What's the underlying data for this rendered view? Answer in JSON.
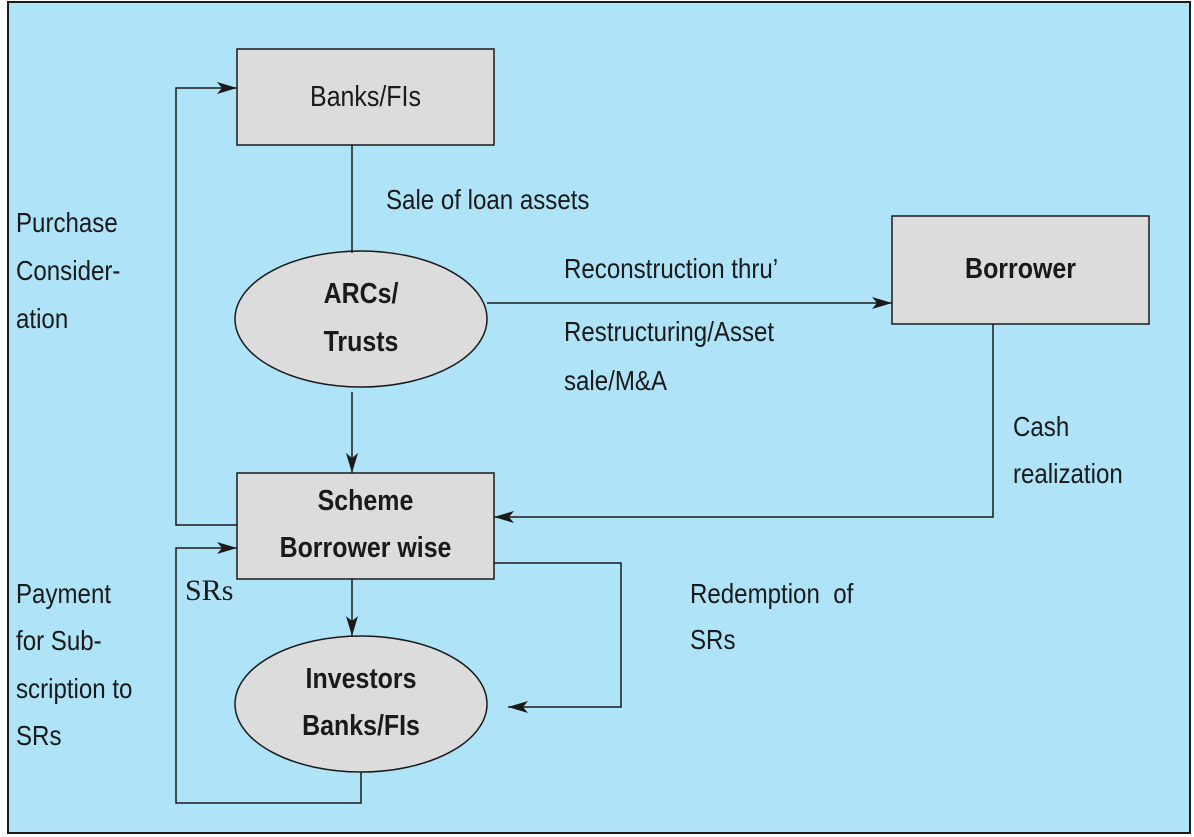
{
  "nodes": {
    "banks_fis": "Banks/FIs",
    "arcs_trusts": [
      "ARCs/",
      "Trusts"
    ],
    "borrower": "Borrower",
    "scheme": [
      "Scheme",
      "Borrower wise"
    ],
    "investors": [
      "Investors",
      "Banks/FIs"
    ]
  },
  "labels": {
    "sale_of_loan_assets": "Sale of loan assets",
    "purchase_consideration": [
      "Purchase",
      "Consider-",
      "ation"
    ],
    "reconstruction": "Reconstruction thru’",
    "restructuring": [
      "Restructuring/Asset",
      "sale/M&A"
    ],
    "cash_realization": [
      "Cash",
      "realization"
    ],
    "srs": "SRs",
    "payment": [
      "Payment",
      "for Sub-",
      "scription to",
      "SRs"
    ],
    "redemption": [
      "Redemption  of",
      "SRs"
    ]
  },
  "colors": {
    "background": "#aee3f8",
    "node_fill": "#dcdcdc",
    "line": "#1a1a1a"
  }
}
